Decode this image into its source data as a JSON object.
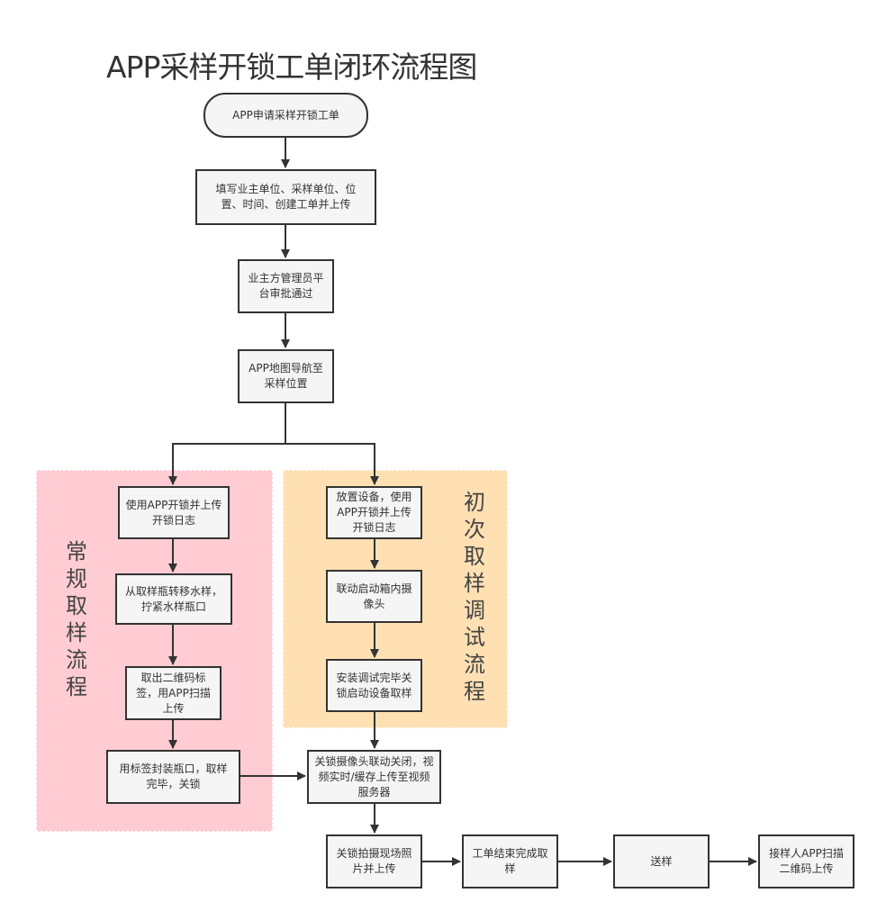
{
  "title": "APP采样开锁工单闭环流程图",
  "lanes": {
    "regular": "常规取样流程",
    "initial": "初次取样调试流程"
  },
  "nodes": {
    "start": "APP申请采样开锁工单",
    "fill": "填写业主单位、采样单位、位置、时间、创建工单并上传",
    "approve": "业主方管理员平台审批通过",
    "nav": "APP地图导航至采样位置",
    "l1": "使用APP开锁并上传开锁日志",
    "l2": "从取样瓶转移水样，拧紧水样瓶口",
    "l3": "取出二维码标签，用APP扫描上传",
    "l4": "用标签封装瓶口，取样完毕，关锁",
    "r1": "放置设备，使用APP开锁并上传开锁日志",
    "r2": "联动启动箱内摄像头",
    "r3": "安装调试完毕关锁启动设备取样",
    "close": "关锁摄像头联动关闭，视频实时/缓存上传至视频服务器",
    "photo": "关锁拍摄现场照片并上传",
    "end": "工单结束完成取样",
    "send": "送样",
    "receive": "接样人APP扫描二维码上传"
  }
}
